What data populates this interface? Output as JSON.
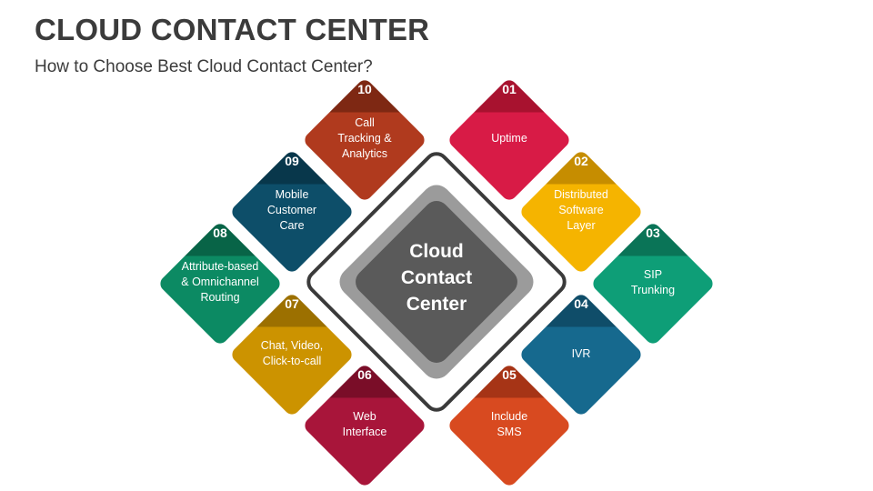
{
  "header": {
    "title": "CLOUD CONTACT CENTER",
    "subtitle": "How to Choose Best Cloud Contact Center?"
  },
  "center": {
    "lines": [
      "Cloud",
      "Contact",
      "Center"
    ]
  },
  "items": [
    {
      "number": "01",
      "lines": [
        "Uptime"
      ],
      "color": "#d81b46",
      "tip": "#a8122f"
    },
    {
      "number": "02",
      "lines": [
        "Distributed",
        "Software",
        "Layer"
      ],
      "color": "#f5b400",
      "tip": "#c68d00"
    },
    {
      "number": "03",
      "lines": [
        "SIP",
        "Trunking"
      ],
      "color": "#0e9e77",
      "tip": "#0a7457"
    },
    {
      "number": "04",
      "lines": [
        "IVR"
      ],
      "color": "#16698e",
      "tip": "#0f4d69"
    },
    {
      "number": "05",
      "lines": [
        "Include",
        "SMS"
      ],
      "color": "#d84a20",
      "tip": "#a63416"
    },
    {
      "number": "06",
      "lines": [
        "Web",
        "Interface"
      ],
      "color": "#a8153a",
      "tip": "#7a0d28"
    },
    {
      "number": "07",
      "lines": [
        "Chat, Video,",
        "Click-to-call"
      ],
      "color": "#cc9300",
      "tip": "#9c7000"
    },
    {
      "number": "08",
      "lines": [
        "Attribute-based",
        "& Omnichannel",
        "Routing"
      ],
      "color": "#0c8a63",
      "tip": "#086447"
    },
    {
      "number": "09",
      "lines": [
        "Mobile",
        "Customer",
        "Care"
      ],
      "color": "#0d4e69",
      "tip": "#08374b"
    },
    {
      "number": "10",
      "lines": [
        "Call",
        "Tracking &",
        "Analytics"
      ],
      "color": "#b03a1e",
      "tip": "#7e2813"
    }
  ]
}
